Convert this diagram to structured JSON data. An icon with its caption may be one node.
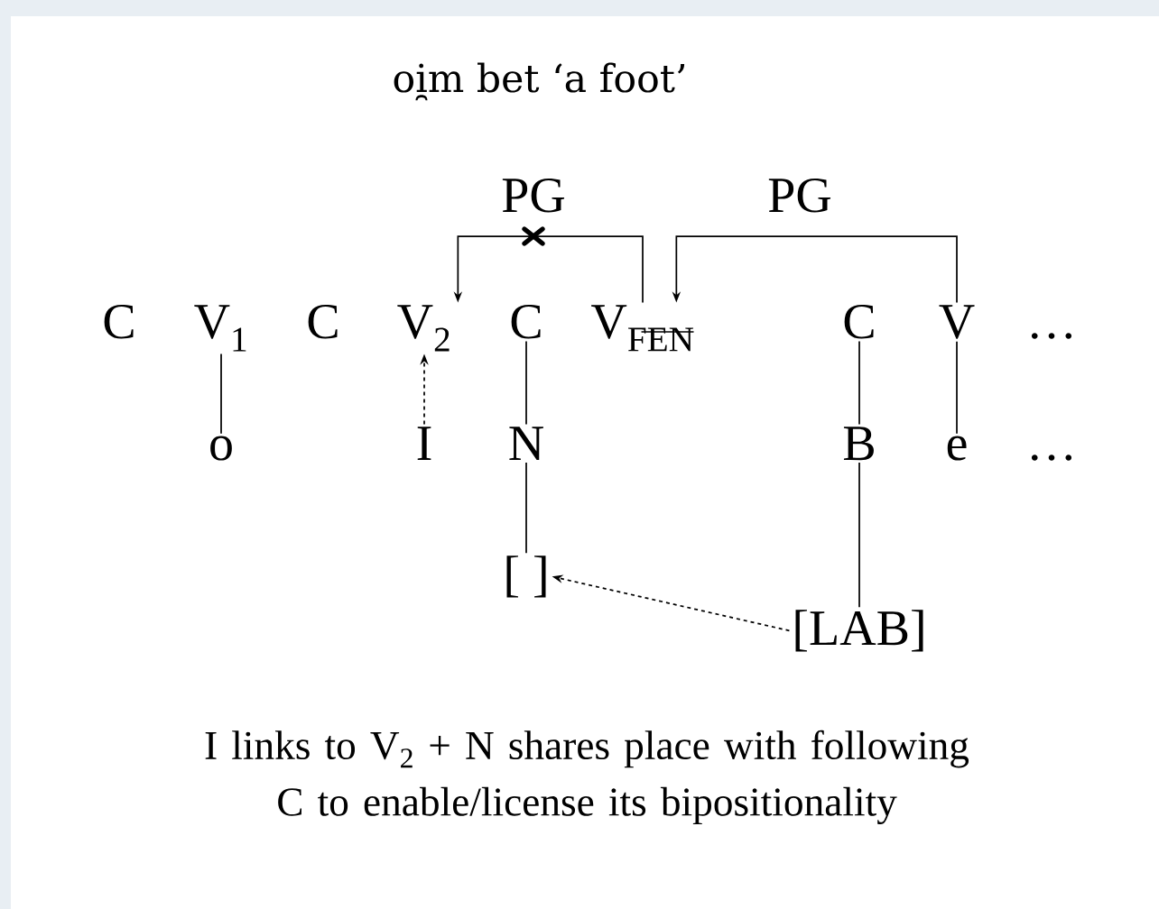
{
  "diagram": {
    "title": "oi̯m bet ‘a foot’",
    "caption": "I links to V$_{2}$ + N shares place with following C to enable/license its bipositionality",
    "nodes": [
      {
        "text": [
          "C"
        ]
      },
      {
        "text": [
          "V$_{1}$"
        ]
      },
      {
        "text": [
          "C"
        ]
      },
      {
        "text": [
          "V$_{2}$"
        ]
      },
      {
        "text": [
          "C"
        ]
      },
      {
        "text": [
          "V$_{FEN}$"
        ]
      },
      {
        "text": [
          "C"
        ]
      },
      {
        "text": [
          "V"
        ]
      },
      {
        "text": [
          "o"
        ]
      },
      {
        "text": [
          "I"
        ]
      },
      {
        "text": [
          "N"
        ]
      },
      {
        "text": [
          "B"
        ]
      },
      {
        "text": [
          "e"
        ]
      },
      {
        "text": [
          "[ ]"
        ]
      },
      {
        "text": [
          "[LAB]"
        ]
      }
    ],
    "edges": [
      {
        "from": 5,
        "to": 3,
        "arrow": "to",
        "label": "PG"
      },
      {
        "from": 7,
        "to": 5,
        "arrow": "to",
        "label": "PG"
      },
      {
        "from": 8,
        "to": 1,
        "arrow": "none"
      },
      {
        "from": 9,
        "to": 3,
        "arrow": "to",
        "style": "dashed"
      },
      {
        "from": 10,
        "to": 4,
        "arrow": "none"
      },
      {
        "from": 11,
        "to": 6,
        "arrow": "none"
      },
      {
        "from": 12,
        "to": 7,
        "arrow": "none"
      },
      {
        "from": 10,
        "to": 13,
        "arrow": "none"
      },
      {
        "from": 11,
        "to": 14,
        "arrow": "none"
      },
      {
        "from": 14,
        "to": 13,
        "arrow": "to",
        "style": "dashed"
      }
    ],
    "labels": [
      "…",
      "…"
    ]
  }
}
